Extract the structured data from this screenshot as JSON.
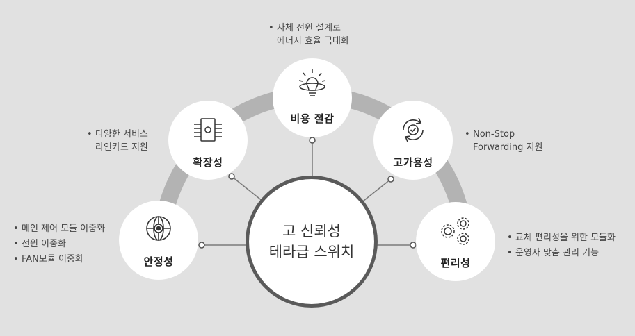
{
  "center": {
    "line1": "고 신뢰성",
    "line2": "테라급 스위치"
  },
  "nodes": {
    "stability": {
      "label": "안정성",
      "icon": "globe-target-icon"
    },
    "scalability": {
      "label": "확장성",
      "icon": "line-card-chip-icon"
    },
    "cost": {
      "label": "비용 절감",
      "icon": "lightbulb-icon"
    },
    "availability": {
      "label": "고가용성",
      "icon": "refresh-check-icon"
    },
    "convenience": {
      "label": "편리성",
      "icon": "gears-people-icon"
    }
  },
  "descriptions": {
    "stability": [
      "메인 제어 모듈 이중화",
      "전원 이중화",
      "FAN모듈 이중화"
    ],
    "scalability": [
      "다양한 서비스",
      "라인카드 지원"
    ],
    "cost": [
      "자체 전원 설계로",
      "에너지 효율 극대화"
    ],
    "availability": [
      "Non-Stop",
      "Forwarding 지원"
    ],
    "convenience": [
      "교체 편리성을 위한 모듈화",
      "운영자 맞춤 관리 기능"
    ]
  },
  "bullet": "•",
  "colors": {
    "background": "#e1e1e1",
    "arc": "#b3b3b3",
    "center_border": "#5a5a5a",
    "line": "#7a7a7a"
  }
}
